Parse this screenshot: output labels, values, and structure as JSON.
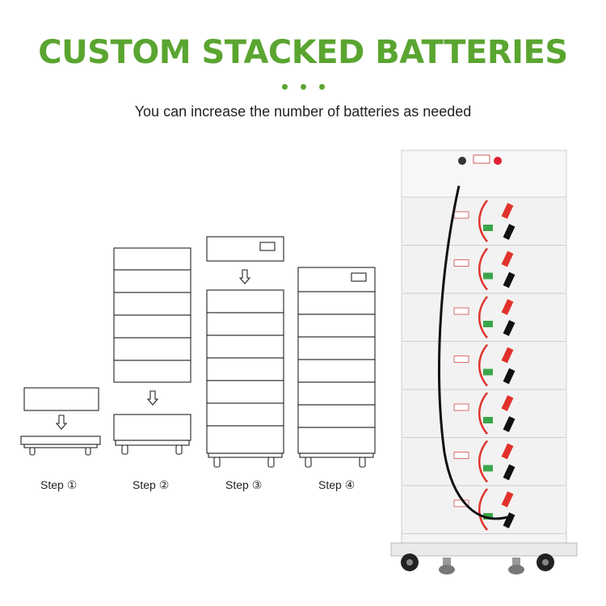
{
  "header": {
    "title": "CUSTOM STACKED BATTERIES",
    "subtitle": "You can increase the number of batteries as needed"
  },
  "steps": [
    {
      "label": "Step ①"
    },
    {
      "label": "Step ②"
    },
    {
      "label": "Step ③"
    },
    {
      "label": "Step ④"
    }
  ],
  "colors": {
    "accent": "#5aa530",
    "line": "#222222",
    "cable_red": "#e0322b",
    "connector_green": "#3aa64a",
    "cabinet": "#f2f2f2"
  },
  "icons": [
    "down-arrow-icon",
    "wheel-icon",
    "terminal-icon",
    "warning-label-icon"
  ]
}
